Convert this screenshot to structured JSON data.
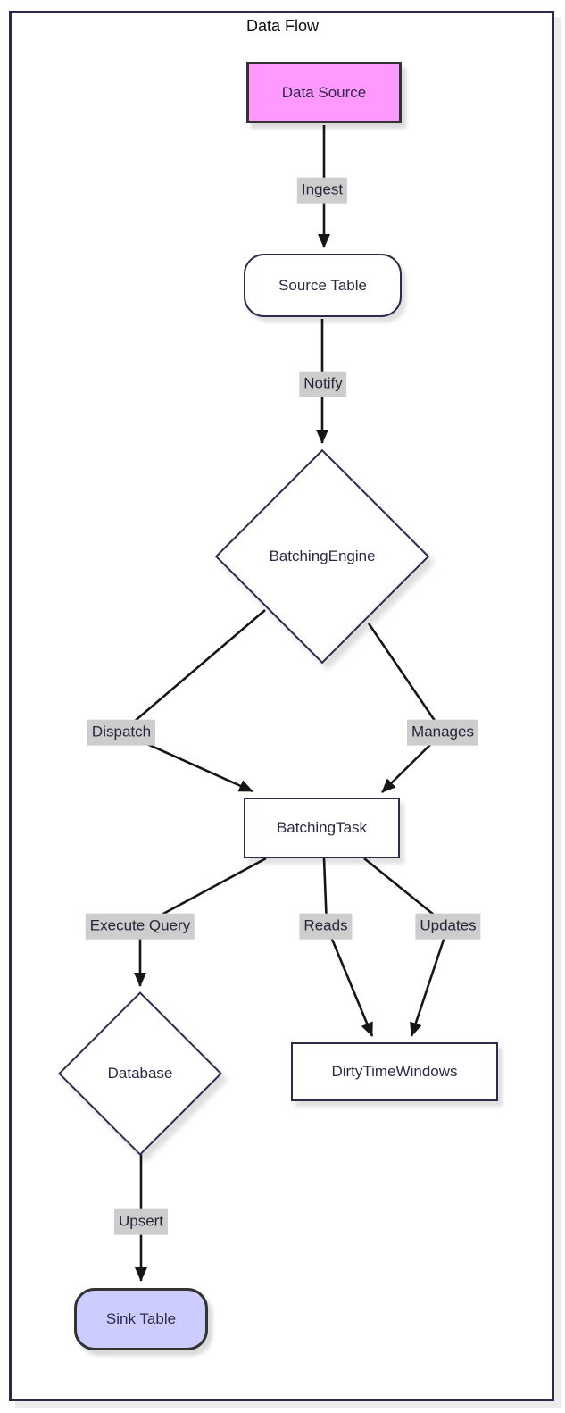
{
  "title": "Data Flow",
  "diagram_type": "flowchart",
  "nodes": {
    "data_source": {
      "label": "Data Source",
      "shape": "rectangle",
      "fill": "#ff99ff",
      "border": "#333333"
    },
    "source_table": {
      "label": "Source Table",
      "shape": "rounded",
      "fill": "#ffffff",
      "border": "#2b2b4c"
    },
    "batching_engine": {
      "label": "BatchingEngine",
      "shape": "diamond",
      "fill": "#ffffff",
      "border": "#2b2b4c"
    },
    "batching_task": {
      "label": "BatchingTask",
      "shape": "rectangle",
      "fill": "#ffffff",
      "border": "#2b2b4c"
    },
    "database": {
      "label": "Database",
      "shape": "diamond",
      "fill": "#ffffff",
      "border": "#2b2b4c"
    },
    "dirty_time_windows": {
      "label": "DirtyTimeWindows",
      "shape": "rectangle",
      "fill": "#ffffff",
      "border": "#2b2b4c"
    },
    "sink_table": {
      "label": "Sink Table",
      "shape": "rounded",
      "fill": "#ccccff",
      "border": "#333333"
    }
  },
  "edges": {
    "ingest": {
      "label": "Ingest",
      "from": "data_source",
      "to": "source_table"
    },
    "notify": {
      "label": "Notify",
      "from": "source_table",
      "to": "batching_engine"
    },
    "dispatch": {
      "label": "Dispatch",
      "from": "batching_engine",
      "to": "batching_task"
    },
    "manages": {
      "label": "Manages",
      "from": "batching_engine",
      "to": "batching_task"
    },
    "execute_query": {
      "label": "Execute Query",
      "from": "batching_task",
      "to": "database"
    },
    "reads": {
      "label": "Reads",
      "from": "batching_task",
      "to": "dirty_time_windows"
    },
    "updates": {
      "label": "Updates",
      "from": "batching_task",
      "to": "dirty_time_windows"
    },
    "upsert": {
      "label": "Upsert",
      "from": "database",
      "to": "sink_table"
    }
  },
  "colors": {
    "edge_label_background": "#cdcdcd",
    "line": "#161616",
    "node_text": "#2a2a45",
    "frame_border": "#2b2b4c",
    "accent_pink": "#ff99ff",
    "accent_lavender": "#ccccff"
  }
}
